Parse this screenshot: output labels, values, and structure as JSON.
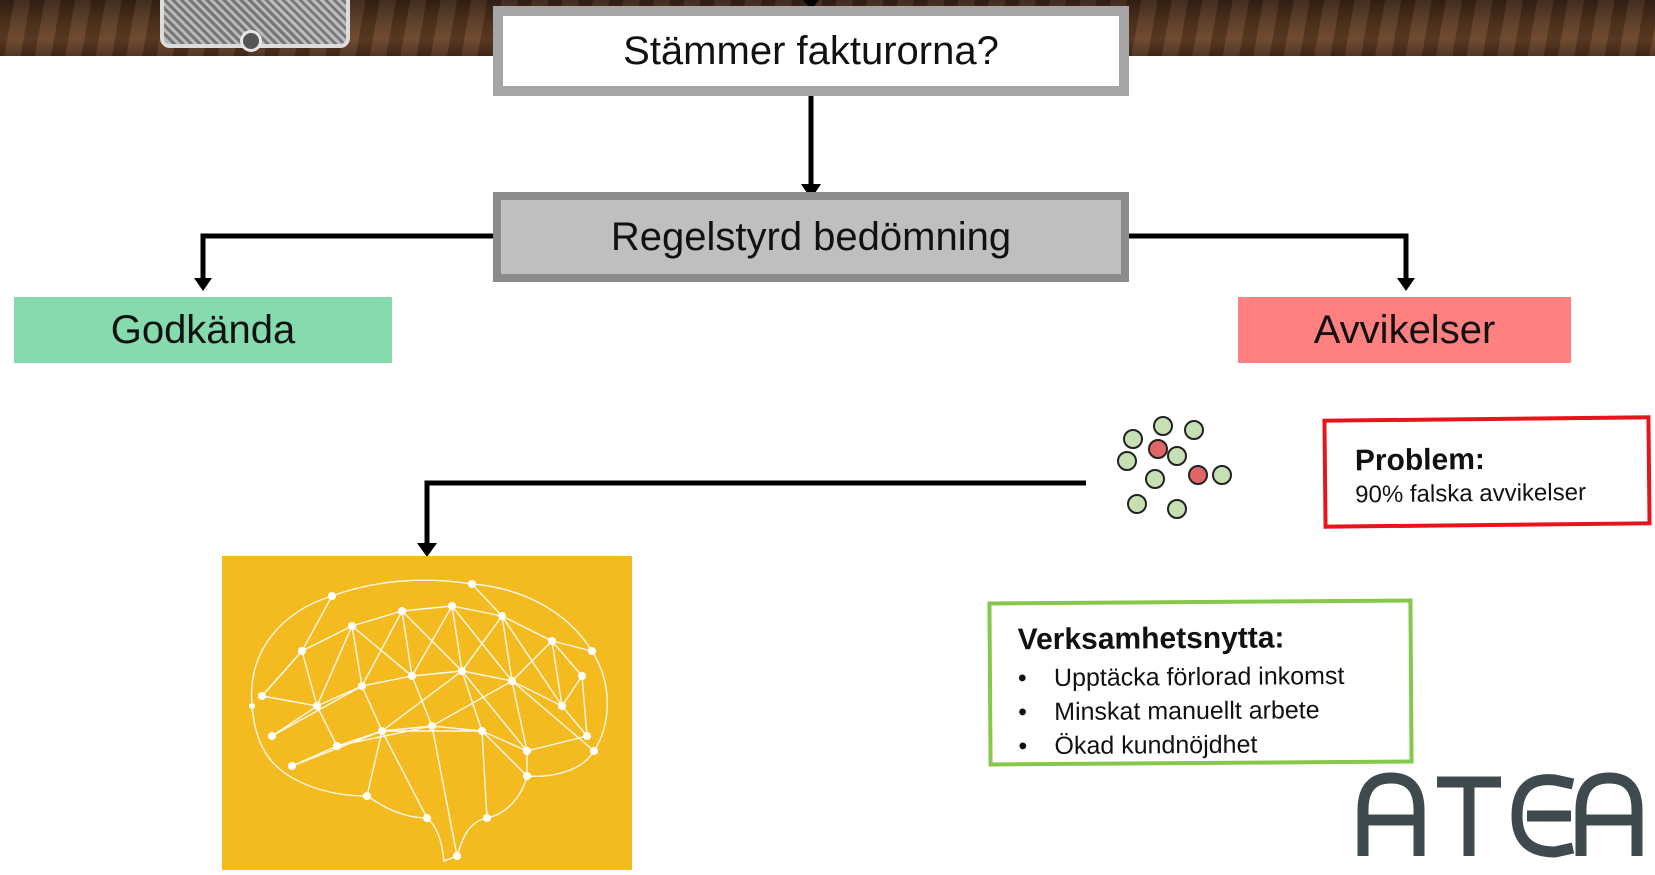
{
  "flow": {
    "question": "Stämmer fakturorna?",
    "rule_step": "Regelstyrd bedömning",
    "approved": "Godkända",
    "deviations": "Avvikelser"
  },
  "problem": {
    "title": "Problem:",
    "text": "90% falska avvikelser"
  },
  "benefits": {
    "title": "Verksamhetsnytta:",
    "items": [
      "Upptäcka förlorad inkomst",
      "Minskat manuellt arbete",
      "Ökad kundnöjdhet"
    ]
  },
  "logo": {
    "text": "ATEA"
  },
  "icons": {
    "brain": "brain-network-icon",
    "dots": "dot-cluster-icon"
  },
  "colors": {
    "approved": "#85dbad",
    "deviations": "#ff8080",
    "problem_border": "#e8141c",
    "benefit_border": "#86c84b",
    "brain_bg": "#f4bb20",
    "logo": "#3f4a4e"
  }
}
